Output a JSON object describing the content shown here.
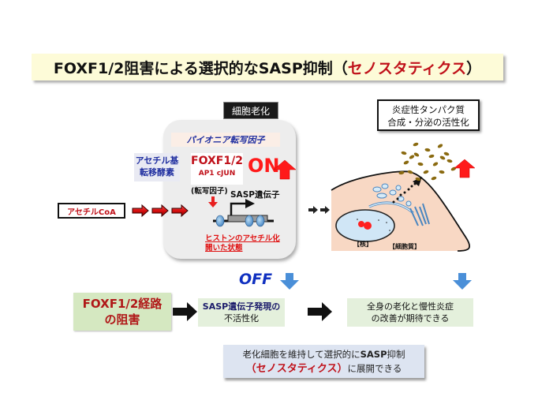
{
  "title": {
    "prefix": "FOXF1/2阻害による選択的なSASP抑制（",
    "accent": "セノスタティクス",
    "suffix": "）"
  },
  "senescence_label": "細胞老化",
  "nucleus_panel": {
    "pioneer_factor_label": "パイオニア転写因子",
    "acetyltransferase_label_line1": "アセチル基",
    "acetyltransferase_label_line2": "転移酵素",
    "factor_main": "FOXF1/2",
    "factor_sub": "AP1 cJUN",
    "transcription_factor_label": "(転写因子)",
    "state_label": "ON",
    "sasp_gene_label": "SASP遺伝子",
    "histone_label_line1": "ヒストンのアセチル化",
    "histone_label_line2": "開いた状態"
  },
  "acetyl_coa_label": "アセチルCoA",
  "cell": {
    "protein_label_line1": "炎症性タンパク質",
    "protein_label_line2": "合成・分泌の活性化",
    "nucleus_label": "【核】",
    "cytoplasm_label": "【細胞質】"
  },
  "flow": {
    "off_label": "OFF",
    "inhibition_line1": "FOXF1/2経路",
    "inhibition_line2": "の阻害",
    "inactivation_line1_bold": "SASP",
    "inactivation_line1_rest": "遺伝子発現の",
    "inactivation_line2": "不活性化",
    "improvement_line1": "全身の老化と慢性炎症",
    "improvement_line2": "の改善が期待できる"
  },
  "conclusion": {
    "line1_prefix": "老化細胞を維持して選択的に",
    "line1_bold": "SASP",
    "line1_suffix": "抑制",
    "line2_open": "（",
    "line2_accent": "セノスタティクス",
    "line2_close": "）",
    "line2_suffix": "に展開できる"
  },
  "colors": {
    "accent_red": "#c0111a",
    "up_arrow_red": "#ff1a1a",
    "down_arrow_blue": "#4a8fd8",
    "off_blue": "#1030c0",
    "title_bg": "#fdfbd8",
    "inhibit_bg": "#d5e8c1",
    "flow_bg": "#e4f0dc",
    "conclusion_bg": "#dde4f1",
    "cell_fill": "#f8d8c4",
    "nucleus_fill": "#d0e6f6",
    "protein_dots": "#8a6a10"
  }
}
